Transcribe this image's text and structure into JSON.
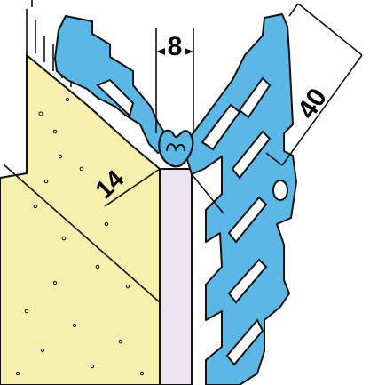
{
  "dimensions": {
    "width_label": "8",
    "height_label": "40",
    "depth_label": "14"
  },
  "colors": {
    "profile_blue": "#5BB8E6",
    "plaster_cream": "#F6EFAE",
    "core_lavender": "#ECE4F0",
    "outline": "#111111"
  },
  "icons": {
    "mounting_hole": "circle-hole-icon"
  }
}
